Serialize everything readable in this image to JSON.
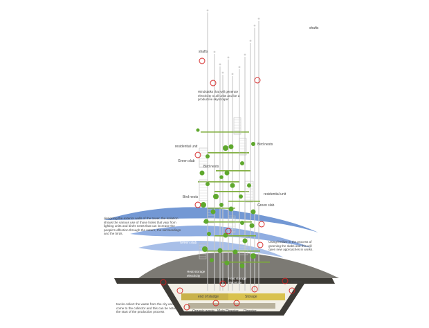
{
  "labels": {
    "shafts_top": "shafts",
    "shafts_left": "shafts",
    "windstalks": "Windstalks that will generate electricity to all units and be a productive skyscraper",
    "residential_unit_left": "residential unit",
    "bird_nests_right": "Bird nests",
    "green_slab_left": "Green slab",
    "bird_nests_mid": "Bird nests",
    "bird_nests_left": "Bird nests",
    "residential_unit_right": "residential unit",
    "green_slab_right": "Green slab",
    "green_slab_wind": "Green slab",
    "heat_storage_left": "Heat storage electricity",
    "heat_storage_right": "Heat storage electricity",
    "fertilize": "fertilize",
    "end_of_sludge": "end of sludge",
    "storage": "Storage",
    "organic_waste": "Organic waste",
    "main_digester": "Main Digester",
    "digester": "Digester"
  },
  "paragraphs": {
    "exterior_walls": "designing the exterior walls of the tower, the isolation shows the various use of those holes that vary from lighting units and bird's nests that can increase the people's affection through the nature, the surroundings and the birds.",
    "fertilize_note": "Using fertilize in the process of greening the slabs and this will open new approaches in works.",
    "trucks_note": "trucks collect the waste from the city and come to the collector and this can be noted as the start of the production process"
  },
  "colors": {
    "wind": "#5b86cc",
    "wind_light": "#9fb8e6",
    "green": "#5fa82e",
    "marker": "#d42020",
    "ground_dark": "#3d3b36",
    "hill": "#7c7a74",
    "sludge": "#c9b24a",
    "storage": "#d9c24e"
  }
}
